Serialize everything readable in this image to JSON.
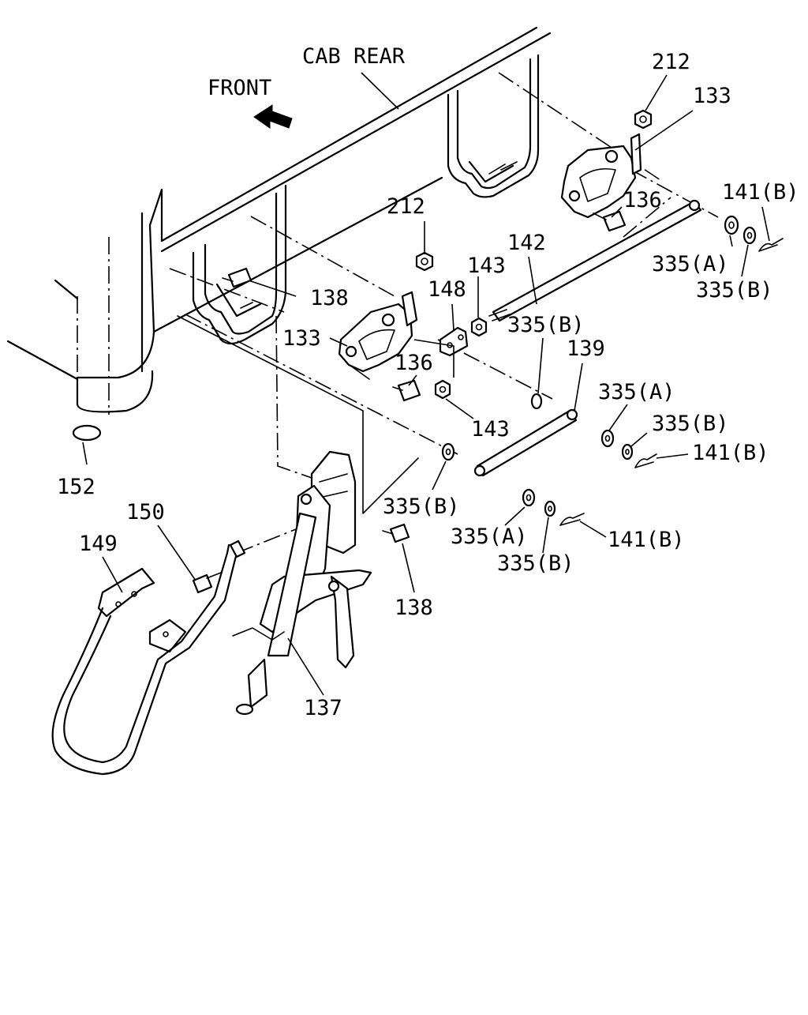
{
  "labels": {
    "cab_rear": "CAB REAR",
    "front": "FRONT",
    "p212_top": "212",
    "p133_top": "133",
    "p141b_top": "141(B)",
    "p136_top": "136",
    "p335a_top": "335(A)",
    "p335b_top": "335(B)",
    "p212_mid": "212",
    "p142": "142",
    "p143_top": "143",
    "p148": "148",
    "p138_top": "138",
    "p133_mid": "133",
    "p136_mid": "136",
    "p335b_mid": "335(B)",
    "p139": "139",
    "p335a_mid": "335(A)",
    "p335b_mid2": "335(B)",
    "p141b_mid": "141(B)",
    "p143_mid": "143",
    "p152": "152",
    "p150": "150",
    "p149": "149",
    "p335b_low": "335(B)",
    "p335a_low": "335(A)",
    "p141b_low": "141(B)",
    "p335b_low2": "335(B)",
    "p138_low": "138",
    "p137": "137"
  }
}
